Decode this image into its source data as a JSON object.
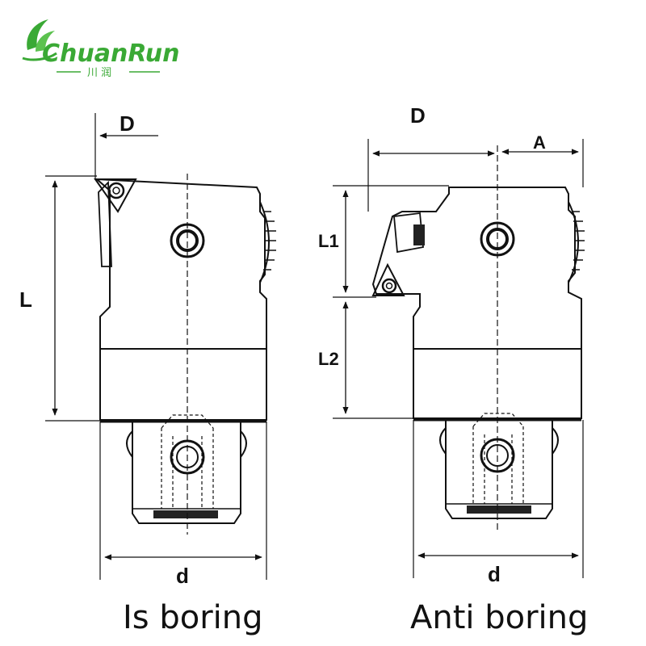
{
  "logo": {
    "brand": "ChuanRun",
    "subtitle": "川 润",
    "brand_color": "#3aa935"
  },
  "colors": {
    "line": "#111111",
    "background": "#ffffff"
  },
  "left_diagram": {
    "caption": "Is boring",
    "labels": {
      "D": "D",
      "L": "L",
      "d": "d"
    }
  },
  "right_diagram": {
    "caption": "Anti boring",
    "labels": {
      "D": "D",
      "A": "A",
      "L1": "L1",
      "L2": "L2",
      "d": "d"
    }
  }
}
